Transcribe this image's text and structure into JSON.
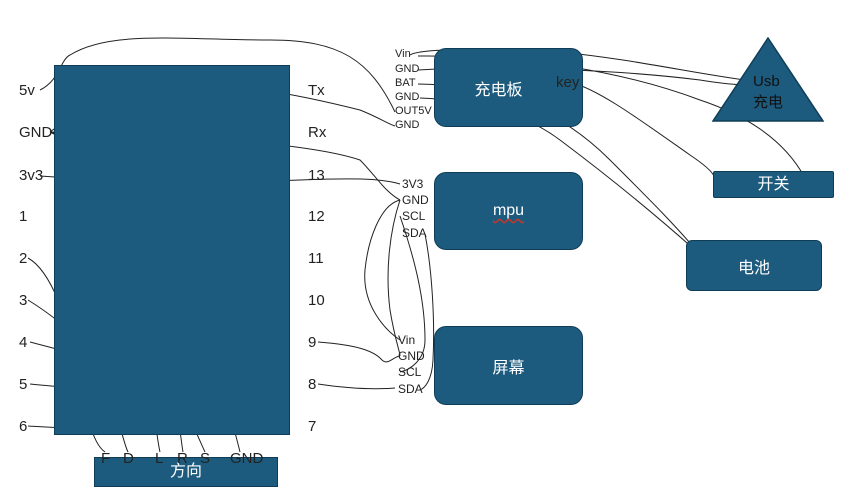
{
  "mcu_left_pins": [
    "5v",
    "GND",
    "3v3",
    "1",
    "2",
    "3",
    "4",
    "5",
    "6"
  ],
  "mcu_right_pins": [
    "Tx",
    "Rx",
    "13",
    "12",
    "11",
    "10",
    "9",
    "8",
    "7"
  ],
  "direction_pins": [
    "F",
    "D",
    "L",
    "R",
    "S",
    "GND"
  ],
  "direction_label": "方向",
  "charger": {
    "label": "充电板",
    "key_label": "key",
    "pins": [
      "Vin",
      "GND",
      "BAT",
      "GND",
      "OUT5V",
      "GND"
    ]
  },
  "usb": {
    "line1": "Usb",
    "line2": "充电"
  },
  "switch_label": "开关",
  "battery_label": "电池",
  "mpu": {
    "label": "mpu",
    "pins": [
      "3V3",
      "GND",
      "SCL",
      "SDA"
    ]
  },
  "screen": {
    "label": "屏幕",
    "pins": [
      "Vin",
      "GND",
      "SCL",
      "SDA"
    ]
  }
}
